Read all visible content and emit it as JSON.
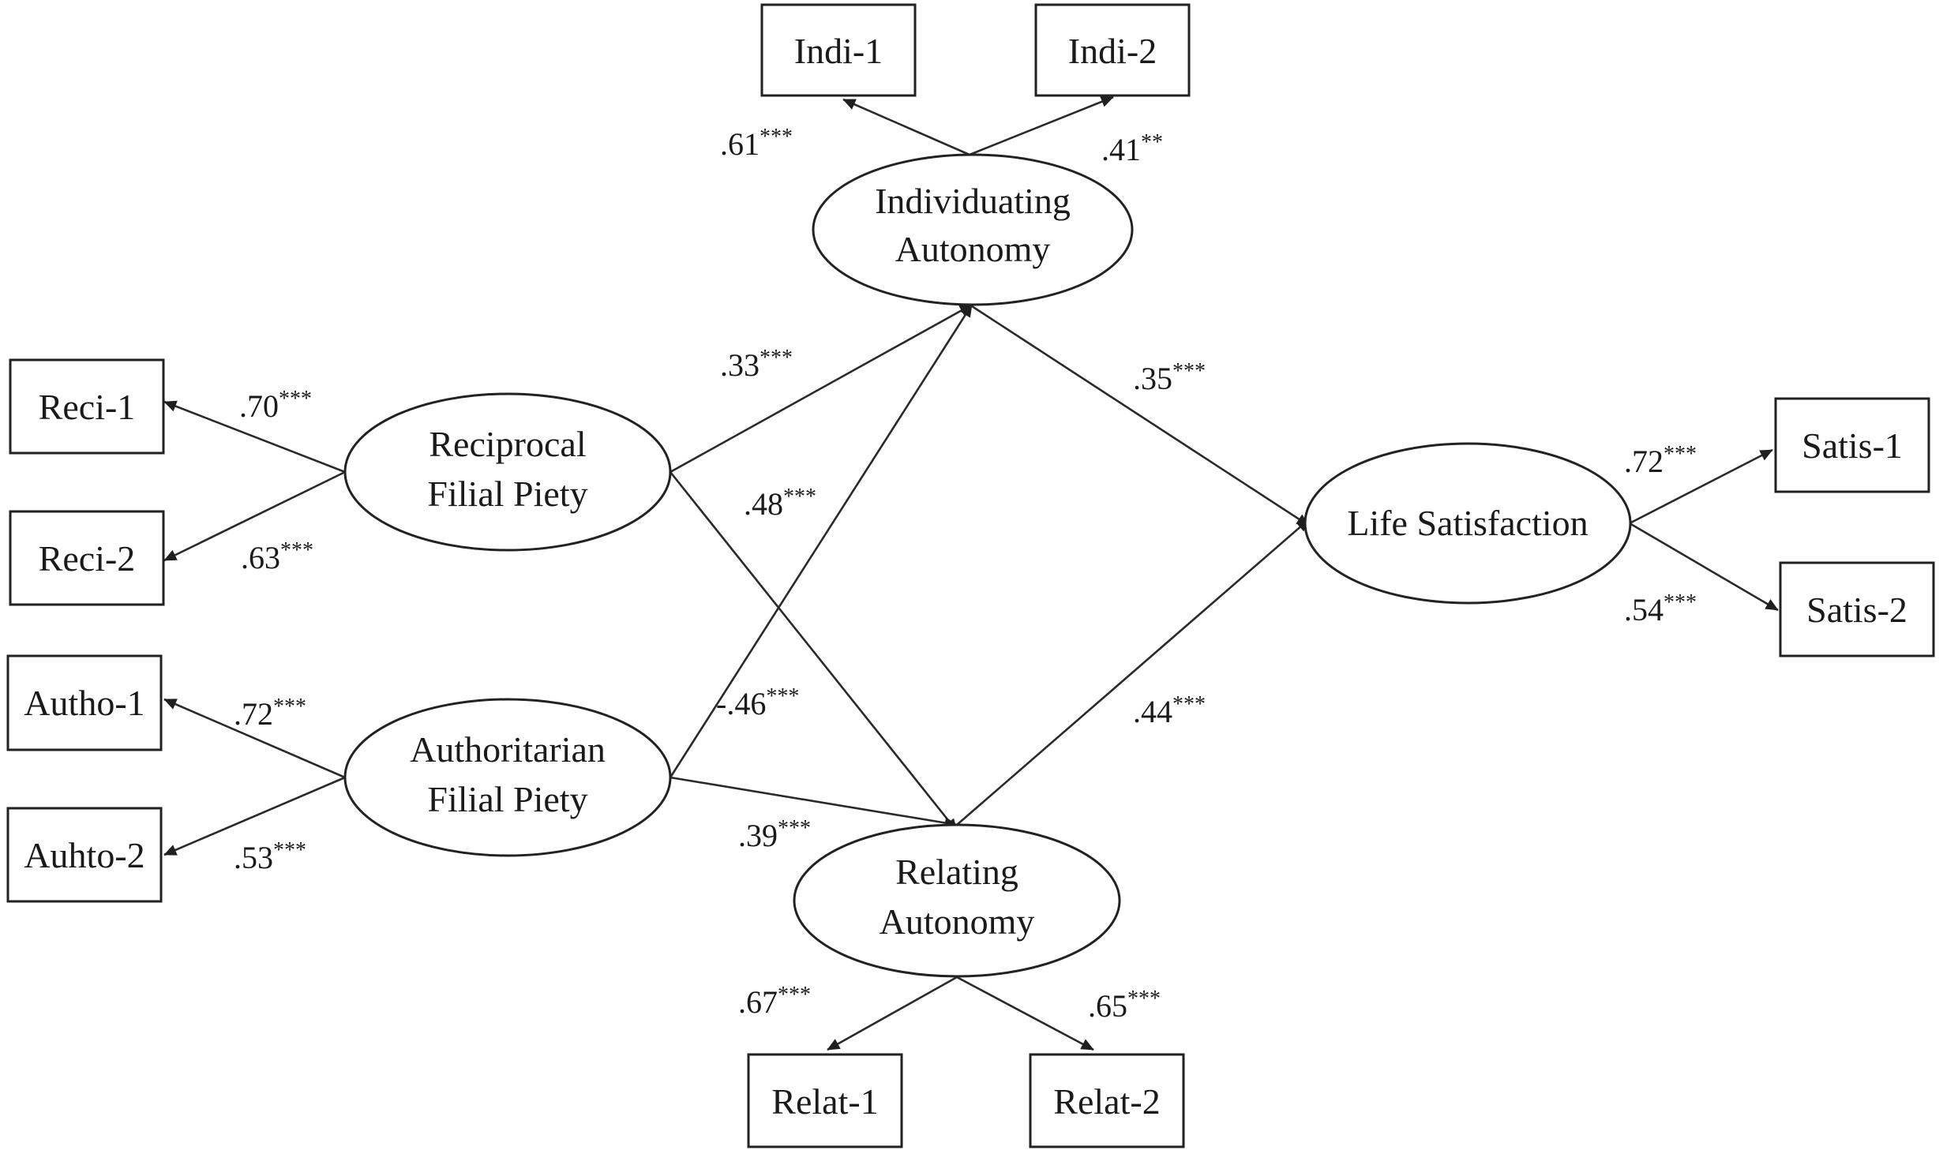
{
  "diagram": {
    "latents": {
      "individuating": [
        "Individuating",
        "Autonomy"
      ],
      "reciprocal": [
        "Reciprocal",
        "Filial Piety"
      ],
      "authoritarian": [
        "Authoritarian",
        "Filial Piety"
      ],
      "relating": [
        "Relating",
        "Autonomy"
      ],
      "life": [
        "Life Satisfaction"
      ]
    },
    "indicators": {
      "indi1": "Indi-1",
      "indi2": "Indi-2",
      "reci1": "Reci-1",
      "reci2": "Reci-2",
      "autho1": "Autho-1",
      "autho2": "Auhto-2",
      "relat1": "Relat-1",
      "relat2": "Relat-2",
      "satis1": "Satis-1",
      "satis2": "Satis-2"
    },
    "loadings": [
      {
        "id": "indi1",
        "value": ".61",
        "sig": "***"
      },
      {
        "id": "indi2",
        "value": ".41",
        "sig": "**"
      },
      {
        "id": "reci1",
        "value": ".70",
        "sig": "***"
      },
      {
        "id": "reci2",
        "value": ".63",
        "sig": "***"
      },
      {
        "id": "autho1",
        "value": ".72",
        "sig": "***"
      },
      {
        "id": "autho2",
        "value": ".53",
        "sig": "***"
      },
      {
        "id": "relat1",
        "value": ".67",
        "sig": "***"
      },
      {
        "id": "relat2",
        "value": ".65",
        "sig": "***"
      },
      {
        "id": "satis1",
        "value": ".72",
        "sig": "***"
      },
      {
        "id": "satis2",
        "value": ".54",
        "sig": "***"
      }
    ],
    "paths": [
      {
        "id": "reci-indiv",
        "value": ".33",
        "sig": "***"
      },
      {
        "id": "auth-indiv",
        "value": ".48",
        "sig": "***"
      },
      {
        "id": "reci-relat",
        "value": "-.46",
        "sig": "***"
      },
      {
        "id": "auth-relat",
        "value": ".39",
        "sig": "***"
      },
      {
        "id": "indiv-life",
        "value": ".35",
        "sig": "***"
      },
      {
        "id": "relat-life",
        "value": ".44",
        "sig": "***"
      }
    ]
  }
}
